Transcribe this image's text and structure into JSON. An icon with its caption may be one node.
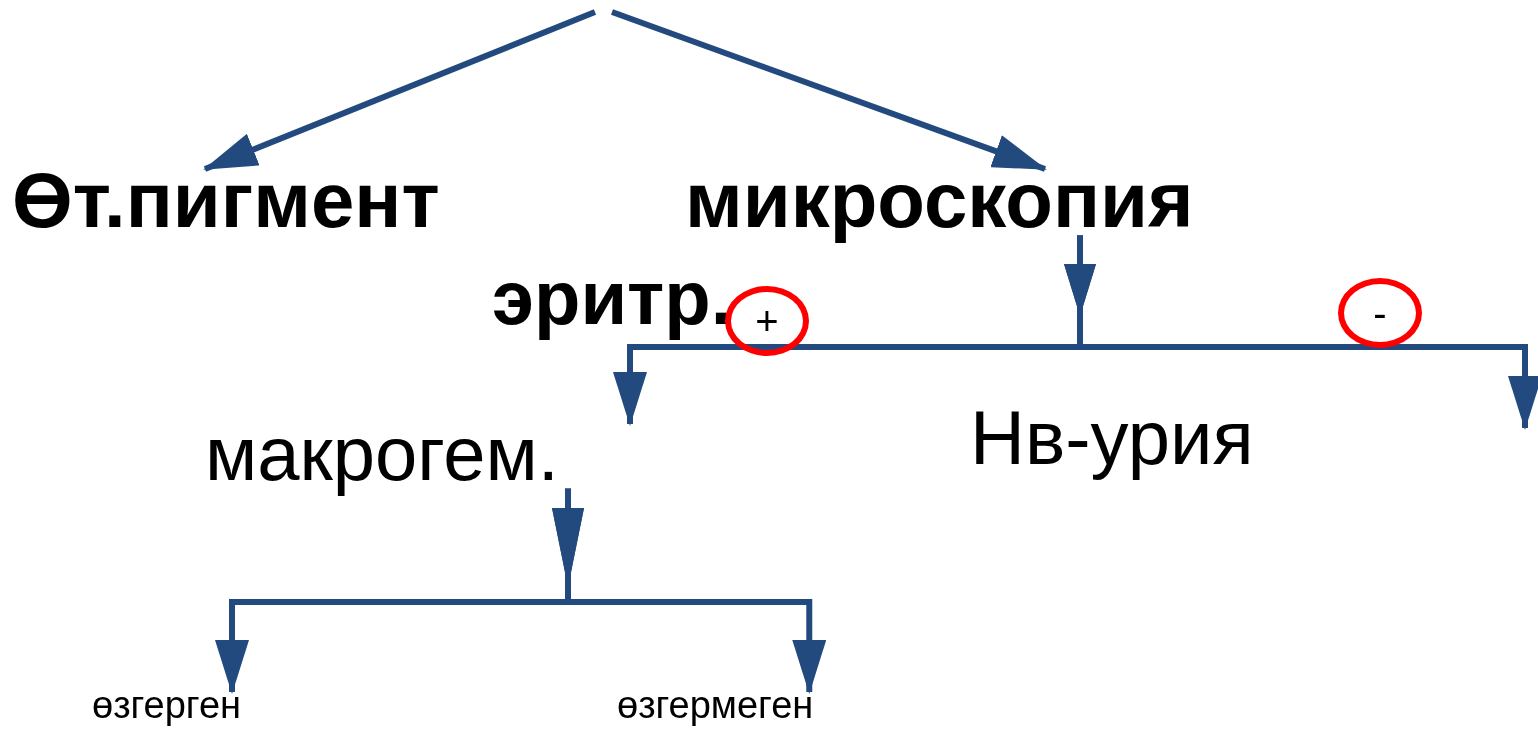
{
  "diagram": {
    "nodes": [
      {
        "text": [
          "Өт.пигмент"
        ]
      },
      {
        "text": [
          "микроскопия"
        ]
      },
      {
        "text": [
          "эритр."
        ]
      },
      {
        "text": [
          "макрогем."
        ]
      },
      {
        "text": [
          "Нв-урия"
        ]
      },
      {
        "text": [
          "өзгерген"
        ]
      },
      {
        "text": [
          "өзгермеген"
        ]
      }
    ],
    "edges": [
      {
        "from": null,
        "to": 0,
        "arrow": "to"
      },
      {
        "from": null,
        "to": 1,
        "arrow": "to"
      },
      {
        "from": 1,
        "to": 3,
        "arrow": "to",
        "label": "+"
      },
      {
        "from": 1,
        "to": null,
        "arrow": "to",
        "label": "-"
      },
      {
        "from": 3,
        "to": 5,
        "arrow": "to"
      },
      {
        "from": 3,
        "to": 6,
        "arrow": "to"
      }
    ]
  }
}
